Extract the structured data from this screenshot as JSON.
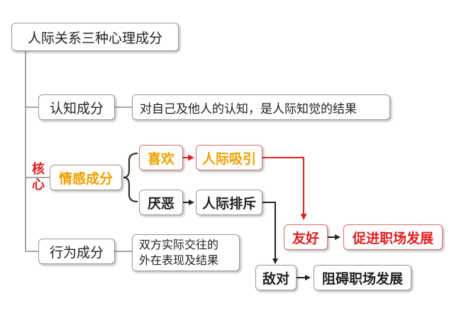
{
  "root": {
    "label": "人际关系三种心理成分"
  },
  "cognitive": {
    "label": "认知成分",
    "description": "对自己及他人的认知，是人际知觉的结果"
  },
  "core_marker": {
    "char1": "核",
    "char2": "心"
  },
  "emotional": {
    "label": "情感成分",
    "like": "喜欢",
    "like_result": "人际吸引",
    "dislike": "厌恶",
    "dislike_result": "人际排斥"
  },
  "outcomes": {
    "friendly": "友好",
    "friendly_result": "促进职场发展",
    "hostile": "敌对",
    "hostile_result": "阻碍职场发展"
  },
  "behavioral": {
    "label": "行为成分",
    "description_line1": "双方实际交往的",
    "description_line2": "外在表现及结果"
  },
  "colors": {
    "highlight_orange": "#f0a000",
    "highlight_red": "#e02020",
    "line_gray": "#8a8a8a"
  }
}
